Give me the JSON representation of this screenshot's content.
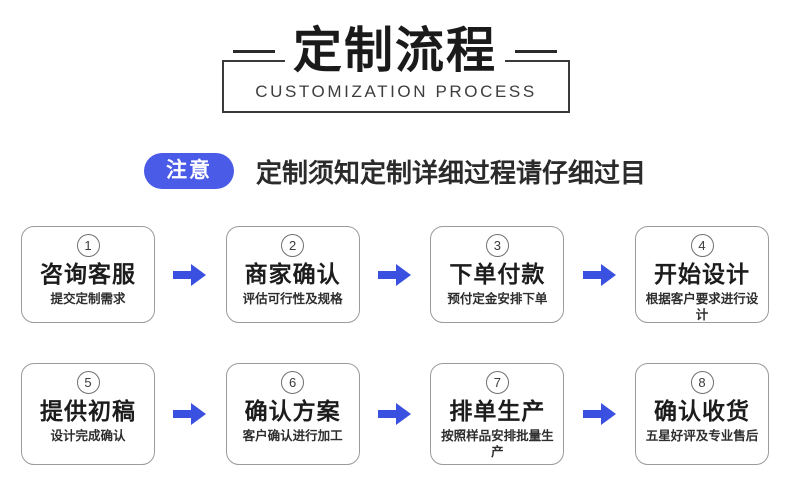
{
  "header": {
    "title": "定制流程",
    "subtitle": "CUSTOMIZATION PROCESS"
  },
  "notice": {
    "badge": "注意",
    "text": "定制须知定制详细过程请仔细过目"
  },
  "colors": {
    "accent_blue": "#4a5be8",
    "arrow_blue": "#3a50e0",
    "box_border": "#9b9b9b",
    "text_dark": "#1c1c1c",
    "background": "#ffffff"
  },
  "steps": [
    {
      "number": "1",
      "title": "咨询客服",
      "desc": "提交定制需求"
    },
    {
      "number": "2",
      "title": "商家确认",
      "desc": "评估可行性及规格"
    },
    {
      "number": "3",
      "title": "下单付款",
      "desc": "预付定金安排下单"
    },
    {
      "number": "4",
      "title": "开始设计",
      "desc": "根据客户要求进行设计"
    },
    {
      "number": "5",
      "title": "提供初稿",
      "desc": "设计完成确认"
    },
    {
      "number": "6",
      "title": "确认方案",
      "desc": "客户确认进行加工"
    },
    {
      "number": "7",
      "title": "排单生产",
      "desc": "按照样品安排批量生产"
    },
    {
      "number": "8",
      "title": "确认收货",
      "desc": "五星好评及专业售后"
    }
  ]
}
